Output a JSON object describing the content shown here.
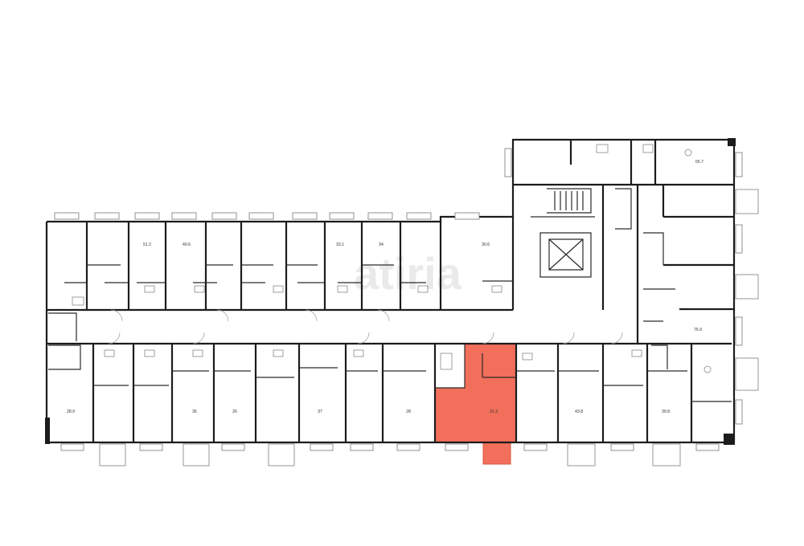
{
  "plan": {
    "highlight_color": "#f26f5b",
    "wall_color": "#1c1c1c",
    "watermark_text": "atiria"
  },
  "units": [
    {
      "id": "u-top-1",
      "area": ""
    },
    {
      "id": "u-top-2",
      "area": ""
    },
    {
      "id": "u-top-3",
      "area": "51.2"
    },
    {
      "id": "u-top-4",
      "area": "40.6"
    },
    {
      "id": "u-top-5",
      "area": ""
    },
    {
      "id": "u-top-6",
      "area": ""
    },
    {
      "id": "u-top-7",
      "area": "33.1"
    },
    {
      "id": "u-top-8",
      "area": "34"
    },
    {
      "id": "u-top-9",
      "area": "30.6"
    },
    {
      "id": "u-ne-1",
      "area": "65.7"
    },
    {
      "id": "u-e-1",
      "area": "76.9"
    },
    {
      "id": "u-bot-1",
      "area": "28.9"
    },
    {
      "id": "u-bot-2",
      "area": ""
    },
    {
      "id": "u-bot-3",
      "area": "36"
    },
    {
      "id": "u-bot-4",
      "area": "26"
    },
    {
      "id": "u-bot-5",
      "area": "37"
    },
    {
      "id": "u-bot-6",
      "area": "28"
    },
    {
      "id": "u-bot-7",
      "area": "31.3",
      "highlighted": true
    },
    {
      "id": "u-bot-8",
      "area": "43.8"
    },
    {
      "id": "u-bot-9",
      "area": "39.8"
    }
  ]
}
